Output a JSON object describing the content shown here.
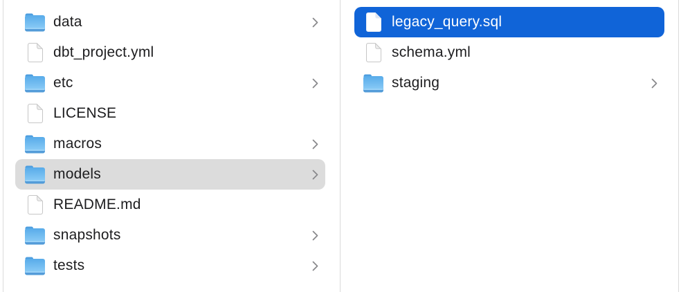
{
  "window": {
    "view": "finder-column-view"
  },
  "colors": {
    "selection_active": "#1064d8",
    "selection_inactive": "#dcdcdc",
    "selected_text": "#ffffff",
    "text": "#1d1d1f",
    "divider": "#dadada",
    "folder_blue": "#5fb2ee",
    "chevron_gray": "#87878a"
  },
  "columns": [
    {
      "id": "column-1",
      "items": [
        {
          "label": "data",
          "type": "folder",
          "chevron": true,
          "selected": "none"
        },
        {
          "label": "dbt_project.yml",
          "type": "file",
          "chevron": false,
          "selected": "none"
        },
        {
          "label": "etc",
          "type": "folder",
          "chevron": true,
          "selected": "none"
        },
        {
          "label": "LICENSE",
          "type": "file",
          "chevron": false,
          "selected": "none"
        },
        {
          "label": "macros",
          "type": "folder",
          "chevron": true,
          "selected": "none"
        },
        {
          "label": "models",
          "type": "folder",
          "chevron": true,
          "selected": "inactive"
        },
        {
          "label": "README.md",
          "type": "file",
          "chevron": false,
          "selected": "none"
        },
        {
          "label": "snapshots",
          "type": "folder",
          "chevron": true,
          "selected": "none"
        },
        {
          "label": "tests",
          "type": "folder",
          "chevron": true,
          "selected": "none"
        }
      ]
    },
    {
      "id": "column-2",
      "items": [
        {
          "label": "legacy_query.sql",
          "type": "file",
          "chevron": false,
          "selected": "active"
        },
        {
          "label": "schema.yml",
          "type": "file",
          "chevron": false,
          "selected": "none"
        },
        {
          "label": "staging",
          "type": "folder",
          "chevron": true,
          "selected": "none"
        }
      ]
    }
  ]
}
